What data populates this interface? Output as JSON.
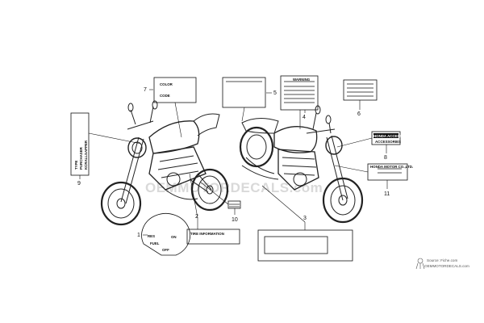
{
  "diagram": {
    "callouts": [
      "1",
      "2",
      "3",
      "4",
      "5",
      "6",
      "7",
      "8",
      "9",
      "10",
      "11"
    ],
    "label7": {
      "line1": "COLOR",
      "line2": "CODE"
    },
    "label4_title": "WARNING",
    "label2_text": "TIRE INFORMATION",
    "label11_text": "HONDA MOTOR CO.,LTD.",
    "label8": {
      "line1": "HONDA ACCESSORIES",
      "line2": "ACCESSORIES"
    },
    "label9": {
      "line1": "TYPE",
      "line2": "PURCHASER",
      "line3": "KCRALLSAPPER"
    },
    "ignition": {
      "on": "ON",
      "off": "OFF",
      "res": "RES",
      "fuel": "FUEL"
    }
  },
  "watermark": {
    "text": "OEMMOTORDECALS.com"
  },
  "source": {
    "line1": "Source: Fiche.com",
    "line2": "OEMMOTORDECALS.com"
  }
}
